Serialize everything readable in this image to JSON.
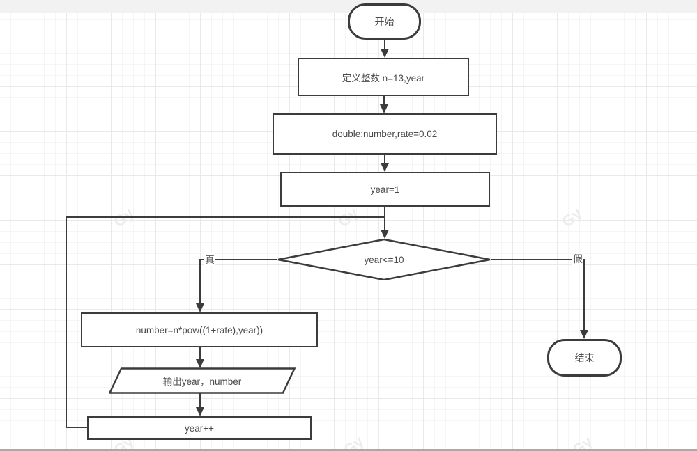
{
  "canvas": {
    "watermark": "Gy"
  },
  "flowchart": {
    "nodes": {
      "start": {
        "type": "terminal",
        "label": "开始"
      },
      "declare_int": {
        "type": "process",
        "label": "定义整数 n=13,year"
      },
      "declare_double": {
        "type": "process",
        "label": "double:number,rate=0.02"
      },
      "init_year": {
        "type": "process",
        "label": "year=1"
      },
      "condition": {
        "type": "decision",
        "label": "year<=10"
      },
      "compute": {
        "type": "process",
        "label": "number=n*pow((1+rate),year))"
      },
      "output": {
        "type": "io",
        "label": "输出year，number"
      },
      "increment": {
        "type": "process",
        "label": "year++"
      },
      "end": {
        "type": "terminal",
        "label": "结束"
      }
    },
    "edge_labels": {
      "true_branch": "真",
      "false_branch": "假"
    },
    "colors": {
      "stroke": "#3c3c3c",
      "node_text": "#4a4a4a",
      "edge_label_text": "#595959",
      "watermark": "#ececec"
    }
  }
}
